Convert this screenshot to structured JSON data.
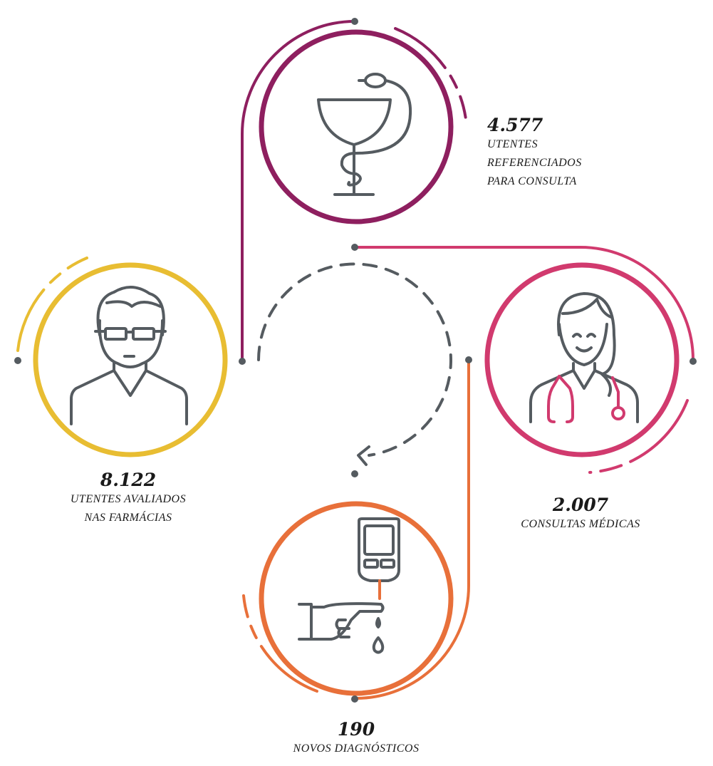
{
  "colors": {
    "purple": "#8e1f5f",
    "pink": "#d13a6e",
    "yellow": "#e8bd32",
    "orange": "#e8703a",
    "gray": "#555b60"
  },
  "stats": [
    {
      "id": "referenciados",
      "value": "4.577",
      "label_lines": [
        "UTENTES",
        "REFERENCIADOS",
        "PARA CONSULTA"
      ],
      "icon": "pharmacy-bowl-icon"
    },
    {
      "id": "avaliados",
      "value": "8.122",
      "label_lines": [
        "UTENTES AVALIADOS",
        "NAS FARMÁCIAS"
      ],
      "icon": "man-with-glasses-icon"
    },
    {
      "id": "consultas",
      "value": "2.007",
      "label_lines": [
        "CONSULTAS MÉDICAS"
      ],
      "icon": "female-doctor-icon"
    },
    {
      "id": "diagnosticos",
      "value": "190",
      "label_lines": [
        "NOVOS DIAGNÓSTICOS"
      ],
      "icon": "glucose-meter-icon"
    }
  ]
}
